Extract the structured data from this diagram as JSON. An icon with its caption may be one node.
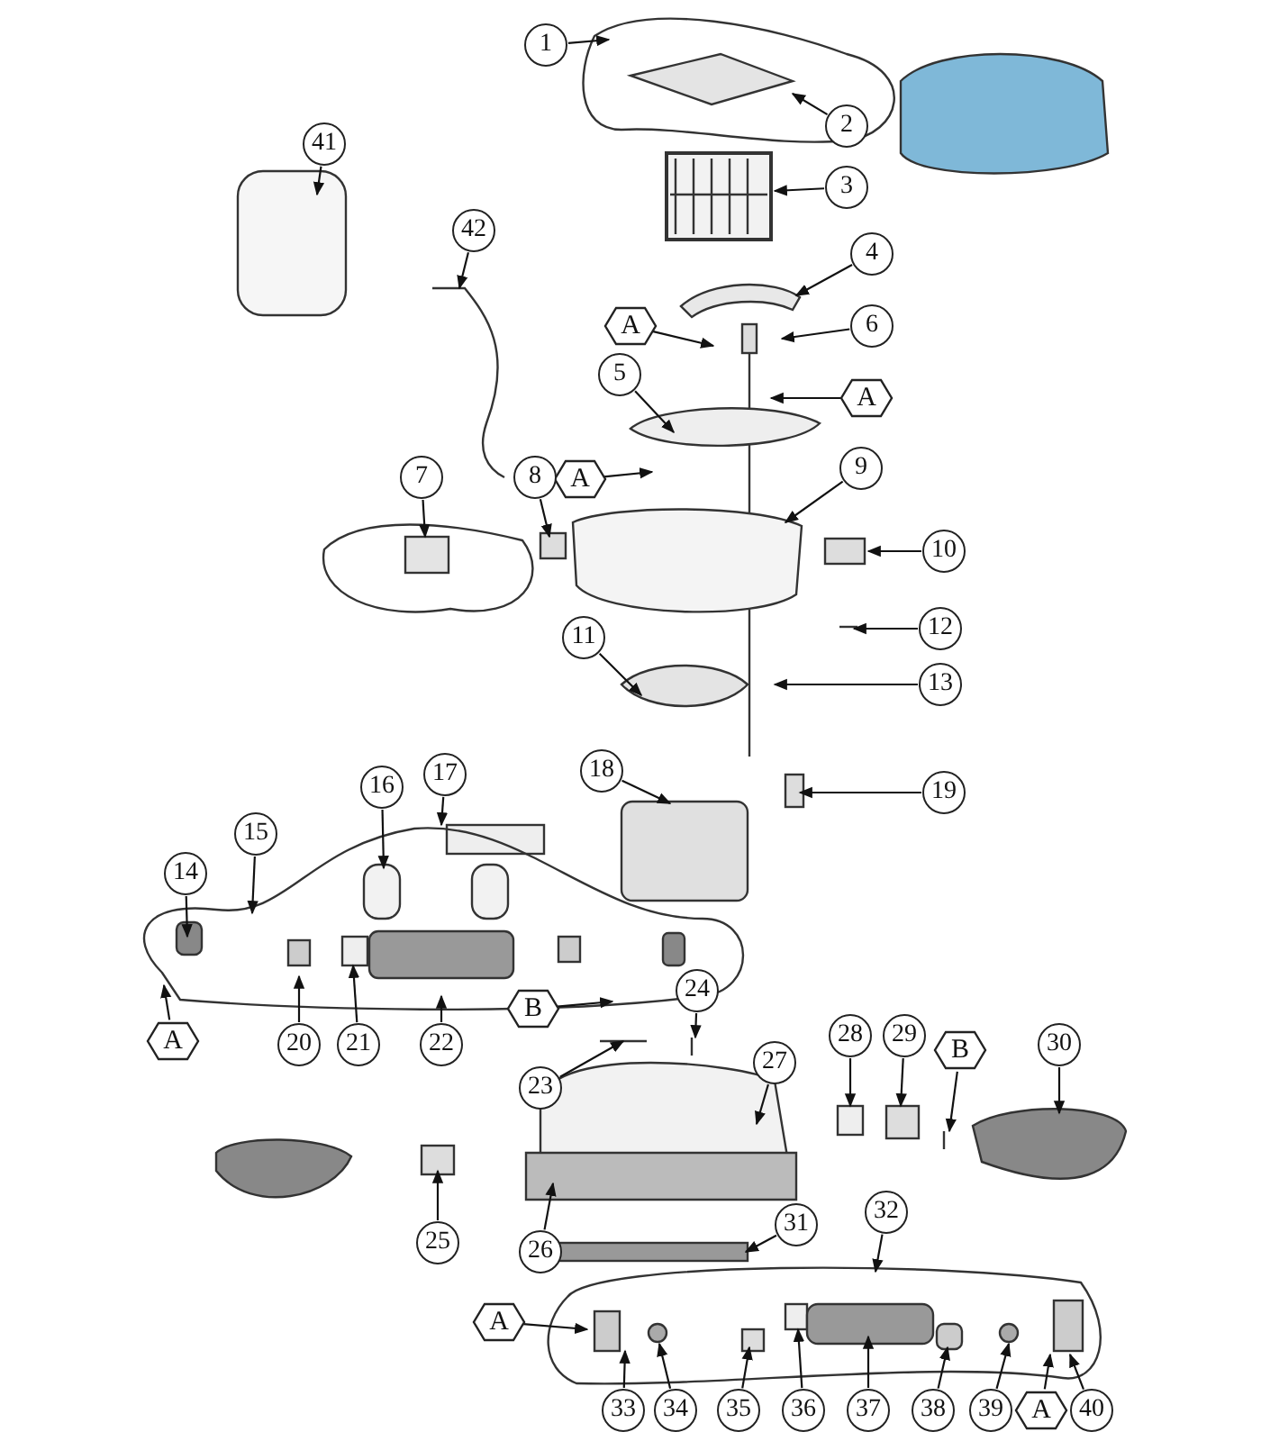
{
  "diagram": {
    "nodes": [
      {
        "text": [
          "1"
        ]
      },
      {
        "text": [
          "2"
        ]
      },
      {
        "text": [
          "3"
        ]
      },
      {
        "text": [
          "4"
        ]
      },
      {
        "text": [
          "A"
        ]
      },
      {
        "text": [
          "6"
        ]
      },
      {
        "text": [
          "A"
        ]
      },
      {
        "text": [
          "5"
        ]
      },
      {
        "text": [
          "A"
        ]
      },
      {
        "text": [
          "8"
        ]
      },
      {
        "text": [
          "9"
        ]
      },
      {
        "text": [
          "41"
        ]
      },
      {
        "text": [
          "42"
        ]
      },
      {
        "text": [
          "7"
        ]
      },
      {
        "text": [
          "10"
        ]
      },
      {
        "text": [
          "12"
        ]
      },
      {
        "text": [
          "11"
        ]
      },
      {
        "text": [
          "13"
        ]
      },
      {
        "text": [
          "17"
        ]
      },
      {
        "text": [
          "18"
        ]
      },
      {
        "text": [
          "19"
        ]
      },
      {
        "text": [
          "16"
        ]
      },
      {
        "text": [
          "15"
        ]
      },
      {
        "text": [
          "14"
        ]
      },
      {
        "text": [
          "A"
        ]
      },
      {
        "text": [
          "20"
        ]
      },
      {
        "text": [
          "21"
        ]
      },
      {
        "text": [
          "22"
        ]
      },
      {
        "text": [
          "B"
        ]
      },
      {
        "text": [
          "24"
        ]
      },
      {
        "text": [
          "23"
        ]
      },
      {
        "text": [
          "27"
        ]
      },
      {
        "text": [
          "28"
        ]
      },
      {
        "text": [
          "29"
        ]
      },
      {
        "text": [
          "B"
        ]
      },
      {
        "text": [
          "30"
        ]
      },
      {
        "text": [
          "25"
        ]
      },
      {
        "text": [
          "26"
        ]
      },
      {
        "text": [
          "31"
        ]
      },
      {
        "text": [
          "32"
        ]
      },
      {
        "text": [
          "A"
        ]
      },
      {
        "text": [
          "33"
        ]
      },
      {
        "text": [
          "34"
        ]
      },
      {
        "text": [
          "35"
        ]
      },
      {
        "text": [
          "36"
        ]
      },
      {
        "text": [
          "37"
        ]
      },
      {
        "text": [
          "38"
        ]
      },
      {
        "text": [
          "39"
        ]
      },
      {
        "text": [
          "A"
        ]
      },
      {
        "text": [
          "40"
        ]
      }
    ],
    "edges": [
      {
        "from": 0,
        "to": null,
        "arrow": "to"
      },
      {
        "from": 1,
        "to": null,
        "arrow": "to"
      },
      {
        "from": 2,
        "to": null,
        "arrow": "to"
      },
      {
        "from": 3,
        "to": null,
        "arrow": "to"
      },
      {
        "from": 4,
        "to": null,
        "arrow": "to"
      },
      {
        "from": 5,
        "to": null,
        "arrow": "to"
      },
      {
        "from": 6,
        "to": null,
        "arrow": "to"
      },
      {
        "from": 7,
        "to": null,
        "arrow": "to"
      },
      {
        "from": 8,
        "to": null,
        "arrow": "to"
      },
      {
        "from": 9,
        "to": null,
        "arrow": "to"
      },
      {
        "from": 10,
        "to": null,
        "arrow": "to"
      },
      {
        "from": 11,
        "to": null,
        "arrow": "to"
      },
      {
        "from": 12,
        "to": null,
        "arrow": "to"
      },
      {
        "from": 13,
        "to": null,
        "arrow": "to"
      },
      {
        "from": 14,
        "to": null,
        "arrow": "to"
      },
      {
        "from": 15,
        "to": null,
        "arrow": "to"
      },
      {
        "from": 16,
        "to": null,
        "arrow": "to"
      },
      {
        "from": 17,
        "to": null,
        "arrow": "to"
      },
      {
        "from": 18,
        "to": null,
        "arrow": "to"
      },
      {
        "from": 19,
        "to": null,
        "arrow": "to"
      },
      {
        "from": 20,
        "to": null,
        "arrow": "to"
      },
      {
        "from": 21,
        "to": null,
        "arrow": "to"
      },
      {
        "from": 22,
        "to": null,
        "arrow": "to"
      },
      {
        "from": 23,
        "to": null,
        "arrow": "to"
      },
      {
        "from": 24,
        "to": null,
        "arrow": "to"
      },
      {
        "from": 25,
        "to": null,
        "arrow": "to"
      },
      {
        "from": 26,
        "to": null,
        "arrow": "to"
      },
      {
        "from": 27,
        "to": null,
        "arrow": "to"
      },
      {
        "from": 28,
        "to": null,
        "arrow": "to"
      },
      {
        "from": 29,
        "to": null,
        "arrow": "to"
      },
      {
        "from": 30,
        "to": null,
        "arrow": "to"
      },
      {
        "from": 31,
        "to": null,
        "arrow": "to"
      },
      {
        "from": 32,
        "to": null,
        "arrow": "to"
      },
      {
        "from": 33,
        "to": null,
        "arrow": "to"
      },
      {
        "from": 34,
        "to": null,
        "arrow": "to"
      },
      {
        "from": 35,
        "to": null,
        "arrow": "to"
      },
      {
        "from": 36,
        "to": null,
        "arrow": "to"
      },
      {
        "from": 37,
        "to": null,
        "arrow": "to"
      },
      {
        "from": 38,
        "to": null,
        "arrow": "to"
      },
      {
        "from": 39,
        "to": null,
        "arrow": "to"
      },
      {
        "from": 40,
        "to": null,
        "arrow": "to"
      },
      {
        "from": 41,
        "to": null,
        "arrow": "to"
      },
      {
        "from": 42,
        "to": null,
        "arrow": "to"
      },
      {
        "from": 43,
        "to": null,
        "arrow": "to"
      },
      {
        "from": 44,
        "to": null,
        "arrow": "to"
      },
      {
        "from": 45,
        "to": null,
        "arrow": "to"
      },
      {
        "from": 46,
        "to": null,
        "arrow": "to"
      },
      {
        "from": 47,
        "to": null,
        "arrow": "to"
      },
      {
        "from": 48,
        "to": null,
        "arrow": "to"
      },
      {
        "from": 49,
        "to": null,
        "arrow": "to"
      }
    ]
  }
}
